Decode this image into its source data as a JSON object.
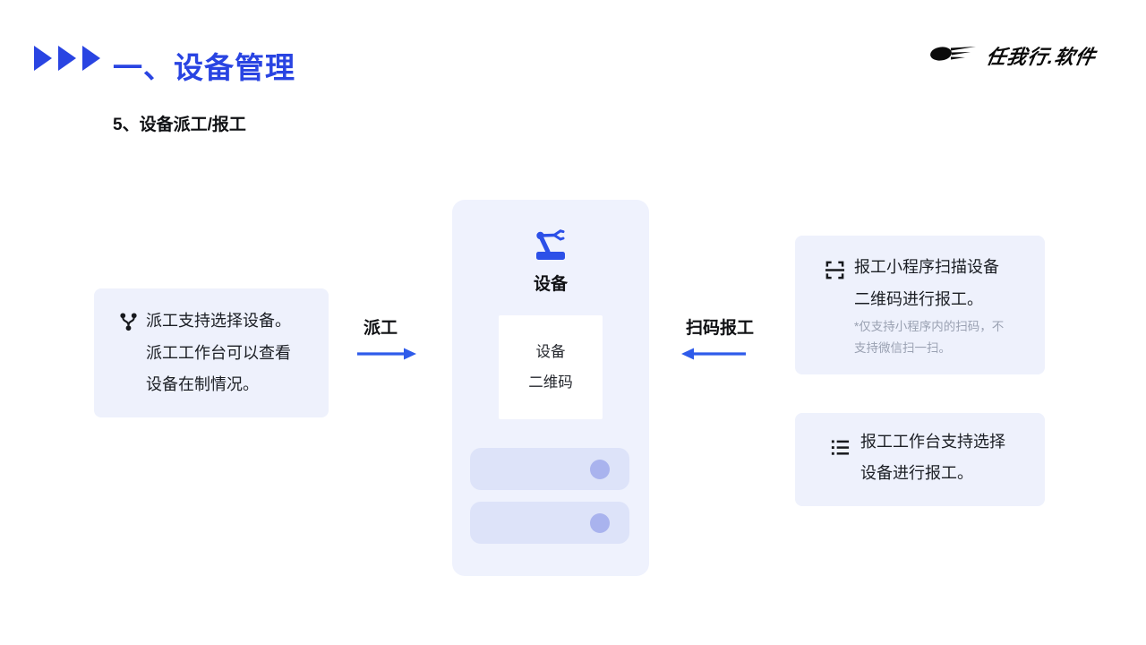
{
  "header": {
    "title": "一、设备管理",
    "subtitle": "5、设备派工/报工",
    "logo_text": "任我行.软件"
  },
  "colors": {
    "accent_blue": "#2944e2",
    "arrow_blue": "#2e5bea",
    "card_bg": "#eef1fc",
    "center_card_bg": "#eff2fd",
    "skeleton_bar": "#dde3f9",
    "skeleton_dot": "#a9b3ee",
    "text_dark": "#1b1e24",
    "note_gray": "#9aa1b2"
  },
  "icons": {
    "header_bullets": "triple-right-triangle-icon",
    "logo": "speed-swoosh-icon",
    "left_card": "git-fork-icon",
    "center_card": "robot-arm-icon",
    "right_top_card": "scan-frame-icon",
    "right_bottom_card": "list-icon"
  },
  "left_card": {
    "lines": [
      "派工支持选择设备。",
      "派工工作台可以查看",
      "设备在制情况。"
    ]
  },
  "flow": {
    "dispatch_label": "派工",
    "scan_report_label": "扫码报工"
  },
  "center_card": {
    "title": "设备",
    "qr_lines": [
      "设备",
      "二维码"
    ]
  },
  "right_top_card": {
    "lines": [
      "报工小程序扫描设备",
      "二维码进行报工。"
    ],
    "note_lines": [
      "*仅支持小程序内的扫码，不",
      "支持微信扫一扫。"
    ]
  },
  "right_bottom_card": {
    "lines": [
      "报工工作台支持选择",
      "设备进行报工。"
    ]
  }
}
